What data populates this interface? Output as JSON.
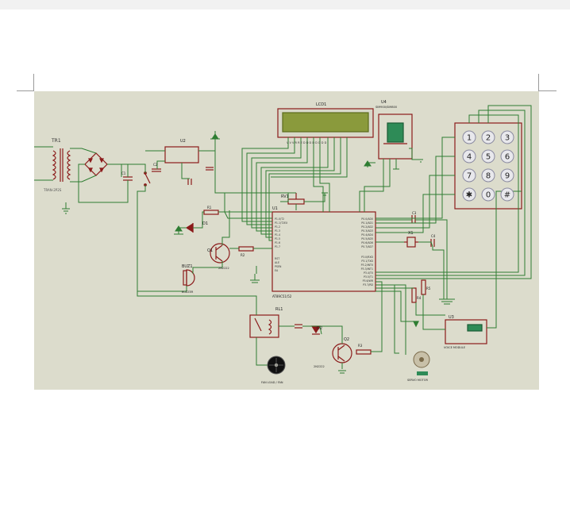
{
  "colors": {
    "wire": "#2e7d32",
    "comp": "#8b1a1a",
    "sheet": "#dcdccc",
    "lcd_screen": "#8a9a3c",
    "pin_text": "#ffffff"
  },
  "labels": {
    "lcd": "LCD1",
    "gsm": "U4",
    "gsm_sub": "SIM900/SIM800",
    "transformer": "TR1",
    "transformer_sub": "TRAN-2P2S",
    "regulator": "U2",
    "relay": "RL1",
    "mcu": "U1",
    "mcu_part": "AT89C51/52",
    "pot": "RV1",
    "crystal": "X1",
    "transistor1": "Q1",
    "transistor1_sub": "2N2222",
    "transistor2": "Q2",
    "transistor2_sub": "2N2222",
    "diode1": "D1",
    "diode2": "D2",
    "buzzer": "BUZ1",
    "buzzer_sub": "BUZZER",
    "fan": "FAN LOAD / FAN",
    "motor": "SERVO MOTOR",
    "sensor": "U3",
    "sensor_sub": "VOICE MODULE",
    "cap_c1": "C1",
    "cap_c2": "C2",
    "cap_c3": "C3",
    "cap_c4": "C4",
    "r1": "R1",
    "r2": "R2",
    "r3": "R3",
    "r4": "R4",
    "r5": "R5"
  },
  "mcu_pins_left": [
    "P1.0/T2",
    "P1.1/T2EX",
    "P1.2",
    "P1.3",
    "P1.4",
    "P1.5",
    "P1.6",
    "P1.7"
  ],
  "mcu_pins_right": [
    "P0.0/AD0",
    "P0.1/AD1",
    "P0.2/AD2",
    "P0.3/AD3",
    "P0.4/AD4",
    "P0.5/AD5",
    "P0.6/AD6",
    "P0.7/AD7"
  ],
  "mcu_pins_bottom_right": [
    "P3.0/RXD",
    "P3.1/TXD",
    "P3.2/INT0",
    "P3.3/INT1",
    "P3.4/T0",
    "P3.5/T1",
    "P3.6/WR",
    "P3.7/RD"
  ],
  "mcu_pins_misc": [
    "RST",
    "ALE",
    "PSEN",
    "EA"
  ],
  "keypad": {
    "keys": [
      "1",
      "2",
      "3",
      "4",
      "5",
      "6",
      "7",
      "8",
      "9",
      "✱",
      "0",
      "#"
    ]
  }
}
